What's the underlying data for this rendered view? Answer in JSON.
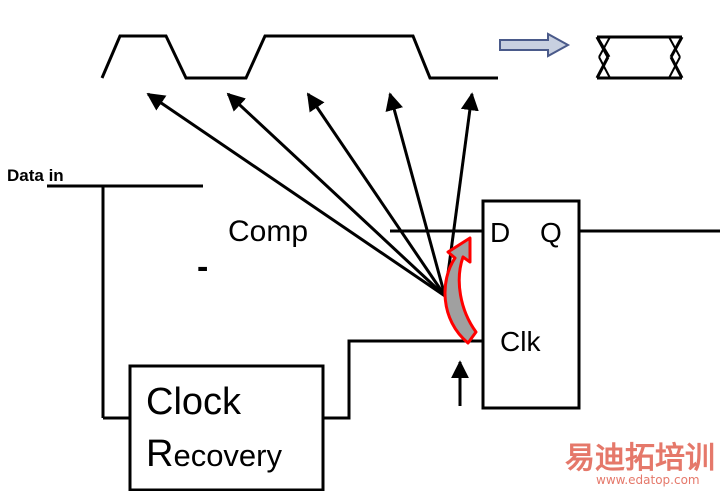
{
  "labels": {
    "data_in": "Data in",
    "comp": "Comp",
    "d_pin": "D",
    "q_pin": "Q",
    "clk_pin": "Clk",
    "clock_line1": "Clock",
    "clock_line2_initial": "R",
    "clock_line2_rest": "ecovery",
    "minus_sign": "-"
  },
  "watermark": {
    "cn": "易迪拓培训",
    "url": "www.edatop.com"
  },
  "colors": {
    "line": "#000000",
    "arrow_outline": "#ff0000",
    "arrow_fill": "#a0a0a0",
    "block_arrow_fill": "#c8d0e0",
    "block_arrow_stroke": "#4a5a8a",
    "watermark": "#e06050"
  }
}
